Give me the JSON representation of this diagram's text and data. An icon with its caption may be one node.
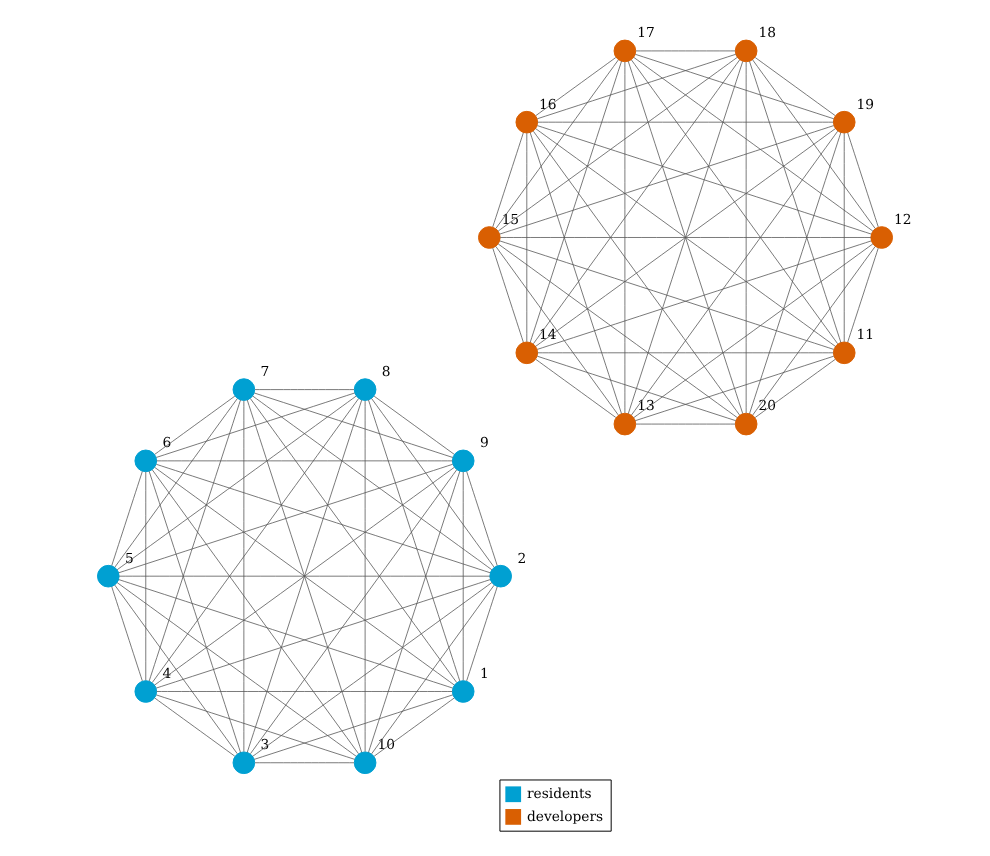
{
  "diagram": {
    "nodes": [
      {
        "text": [],
        "shape": "circle",
        "beside": [
          "1"
        ]
      },
      {
        "text": [],
        "shape": "circle",
        "beside": [
          "2"
        ]
      },
      {
        "text": [],
        "shape": "circle",
        "beside": [
          "3"
        ]
      },
      {
        "text": [],
        "shape": "circle",
        "beside": [
          "4"
        ]
      },
      {
        "text": [],
        "shape": "circle",
        "beside": [
          "5"
        ]
      },
      {
        "text": [],
        "shape": "circle",
        "beside": [
          "6"
        ]
      },
      {
        "text": [],
        "shape": "circle",
        "beside": [
          "7"
        ]
      },
      {
        "text": [],
        "shape": "circle",
        "beside": [
          "8"
        ]
      },
      {
        "text": [],
        "shape": "circle",
        "beside": [
          "9"
        ]
      },
      {
        "text": [],
        "shape": "circle",
        "beside": [
          "10"
        ]
      },
      {
        "text": [],
        "shape": "circle",
        "beside": [
          "11"
        ]
      },
      {
        "text": [],
        "shape": "circle",
        "beside": [
          "12"
        ]
      },
      {
        "text": [],
        "shape": "circle",
        "beside": [
          "13"
        ]
      },
      {
        "text": [],
        "shape": "circle",
        "beside": [
          "14"
        ]
      },
      {
        "text": [],
        "shape": "circle",
        "beside": [
          "15"
        ]
      },
      {
        "text": [],
        "shape": "circle",
        "beside": [
          "16"
        ]
      },
      {
        "text": [],
        "shape": "circle",
        "beside": [
          "17"
        ]
      },
      {
        "text": [],
        "shape": "circle",
        "beside": [
          "18"
        ]
      },
      {
        "text": [],
        "shape": "circle",
        "beside": [
          "19"
        ]
      },
      {
        "text": [],
        "shape": "circle",
        "beside": [
          "20"
        ]
      }
    ],
    "edges": [
      {
        "from": 0,
        "to": 1,
        "arrow": "none"
      },
      {
        "from": 0,
        "to": 2,
        "arrow": "none"
      },
      {
        "from": 0,
        "to": 3,
        "arrow": "none"
      },
      {
        "from": 0,
        "to": 4,
        "arrow": "none"
      },
      {
        "from": 0,
        "to": 5,
        "arrow": "none"
      },
      {
        "from": 0,
        "to": 6,
        "arrow": "none"
      },
      {
        "from": 0,
        "to": 7,
        "arrow": "none"
      },
      {
        "from": 0,
        "to": 8,
        "arrow": "none"
      },
      {
        "from": 0,
        "to": 9,
        "arrow": "none"
      },
      {
        "from": 1,
        "to": 2,
        "arrow": "none"
      },
      {
        "from": 1,
        "to": 3,
        "arrow": "none"
      },
      {
        "from": 1,
        "to": 4,
        "arrow": "none"
      },
      {
        "from": 1,
        "to": 5,
        "arrow": "none"
      },
      {
        "from": 1,
        "to": 6,
        "arrow": "none"
      },
      {
        "from": 1,
        "to": 7,
        "arrow": "none"
      },
      {
        "from": 1,
        "to": 8,
        "arrow": "none"
      },
      {
        "from": 1,
        "to": 9,
        "arrow": "none"
      },
      {
        "from": 2,
        "to": 3,
        "arrow": "none"
      },
      {
        "from": 2,
        "to": 4,
        "arrow": "none"
      },
      {
        "from": 2,
        "to": 5,
        "arrow": "none"
      },
      {
        "from": 2,
        "to": 6,
        "arrow": "none"
      },
      {
        "from": 2,
        "to": 7,
        "arrow": "none"
      },
      {
        "from": 2,
        "to": 8,
        "arrow": "none"
      },
      {
        "from": 2,
        "to": 9,
        "arrow": "none"
      },
      {
        "from": 3,
        "to": 4,
        "arrow": "none"
      },
      {
        "from": 3,
        "to": 5,
        "arrow": "none"
      },
      {
        "from": 3,
        "to": 6,
        "arrow": "none"
      },
      {
        "from": 3,
        "to": 7,
        "arrow": "none"
      },
      {
        "from": 3,
        "to": 8,
        "arrow": "none"
      },
      {
        "from": 3,
        "to": 9,
        "arrow": "none"
      },
      {
        "from": 4,
        "to": 5,
        "arrow": "none"
      },
      {
        "from": 4,
        "to": 6,
        "arrow": "none"
      },
      {
        "from": 4,
        "to": 7,
        "arrow": "none"
      },
      {
        "from": 4,
        "to": 8,
        "arrow": "none"
      },
      {
        "from": 4,
        "to": 9,
        "arrow": "none"
      },
      {
        "from": 5,
        "to": 6,
        "arrow": "none"
      },
      {
        "from": 5,
        "to": 7,
        "arrow": "none"
      },
      {
        "from": 5,
        "to": 8,
        "arrow": "none"
      },
      {
        "from": 5,
        "to": 9,
        "arrow": "none"
      },
      {
        "from": 6,
        "to": 7,
        "arrow": "none"
      },
      {
        "from": 6,
        "to": 8,
        "arrow": "none"
      },
      {
        "from": 6,
        "to": 9,
        "arrow": "none"
      },
      {
        "from": 7,
        "to": 8,
        "arrow": "none"
      },
      {
        "from": 7,
        "to": 9,
        "arrow": "none"
      },
      {
        "from": 8,
        "to": 9,
        "arrow": "none"
      },
      {
        "from": 10,
        "to": 11,
        "arrow": "none"
      },
      {
        "from": 10,
        "to": 12,
        "arrow": "none"
      },
      {
        "from": 10,
        "to": 13,
        "arrow": "none"
      },
      {
        "from": 10,
        "to": 14,
        "arrow": "none"
      },
      {
        "from": 10,
        "to": 15,
        "arrow": "none"
      },
      {
        "from": 10,
        "to": 16,
        "arrow": "none"
      },
      {
        "from": 10,
        "to": 17,
        "arrow": "none"
      },
      {
        "from": 10,
        "to": 18,
        "arrow": "none"
      },
      {
        "from": 10,
        "to": 19,
        "arrow": "none"
      },
      {
        "from": 11,
        "to": 12,
        "arrow": "none"
      },
      {
        "from": 11,
        "to": 13,
        "arrow": "none"
      },
      {
        "from": 11,
        "to": 14,
        "arrow": "none"
      },
      {
        "from": 11,
        "to": 15,
        "arrow": "none"
      },
      {
        "from": 11,
        "to": 16,
        "arrow": "none"
      },
      {
        "from": 11,
        "to": 17,
        "arrow": "none"
      },
      {
        "from": 11,
        "to": 18,
        "arrow": "none"
      },
      {
        "from": 11,
        "to": 19,
        "arrow": "none"
      },
      {
        "from": 12,
        "to": 13,
        "arrow": "none"
      },
      {
        "from": 12,
        "to": 14,
        "arrow": "none"
      },
      {
        "from": 12,
        "to": 15,
        "arrow": "none"
      },
      {
        "from": 12,
        "to": 16,
        "arrow": "none"
      },
      {
        "from": 12,
        "to": 17,
        "arrow": "none"
      },
      {
        "from": 12,
        "to": 18,
        "arrow": "none"
      },
      {
        "from": 12,
        "to": 19,
        "arrow": "none"
      },
      {
        "from": 13,
        "to": 14,
        "arrow": "none"
      },
      {
        "from": 13,
        "to": 15,
        "arrow": "none"
      },
      {
        "from": 13,
        "to": 16,
        "arrow": "none"
      },
      {
        "from": 13,
        "to": 17,
        "arrow": "none"
      },
      {
        "from": 13,
        "to": 18,
        "arrow": "none"
      },
      {
        "from": 13,
        "to": 19,
        "arrow": "none"
      },
      {
        "from": 14,
        "to": 15,
        "arrow": "none"
      },
      {
        "from": 14,
        "to": 16,
        "arrow": "none"
      },
      {
        "from": 14,
        "to": 17,
        "arrow": "none"
      },
      {
        "from": 14,
        "to": 18,
        "arrow": "none"
      },
      {
        "from": 14,
        "to": 19,
        "arrow": "none"
      },
      {
        "from": 15,
        "to": 16,
        "arrow": "none"
      },
      {
        "from": 15,
        "to": 17,
        "arrow": "none"
      },
      {
        "from": 15,
        "to": 18,
        "arrow": "none"
      },
      {
        "from": 15,
        "to": 19,
        "arrow": "none"
      },
      {
        "from": 16,
        "to": 17,
        "arrow": "none"
      },
      {
        "from": 16,
        "to": 18,
        "arrow": "none"
      },
      {
        "from": 16,
        "to": 19,
        "arrow": "none"
      },
      {
        "from": 17,
        "to": 18,
        "arrow": "none"
      },
      {
        "from": 17,
        "to": 19,
        "arrow": "none"
      },
      {
        "from": 18,
        "to": 19,
        "arrow": "none"
      }
    ],
    "legend": [
      {
        "text": "residents",
        "color": "#00a0d2"
      },
      {
        "text": "developers",
        "color": "#d95f02"
      }
    ]
  }
}
